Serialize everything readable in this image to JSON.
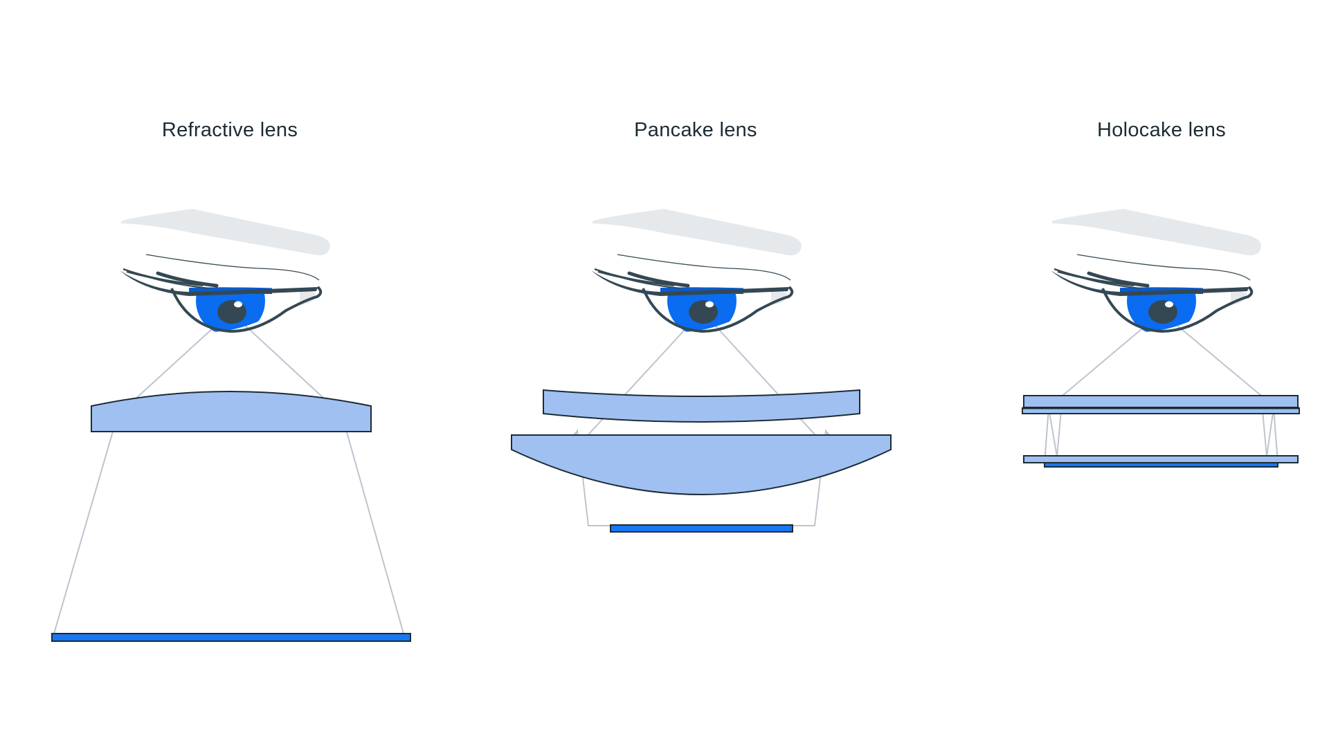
{
  "diagrams": [
    {
      "title": "Refractive lens",
      "type": "refractive"
    },
    {
      "title": "Pancake lens",
      "type": "pancake"
    },
    {
      "title": "Holocake lens",
      "type": "holocake"
    }
  ],
  "colors": {
    "lens_fill": "#a0c0f2",
    "outline": "#1c2b33",
    "display_fill": "#1877f2",
    "iris": "#0a6cf0",
    "iris_shadow": "#0b5bcc",
    "pupil": "#344854",
    "brow": "#e6e9ec",
    "ray": "#bcc4ce",
    "eyelid": "#344854"
  },
  "icons": [
    "eye-icon",
    "eyebrow-icon"
  ]
}
